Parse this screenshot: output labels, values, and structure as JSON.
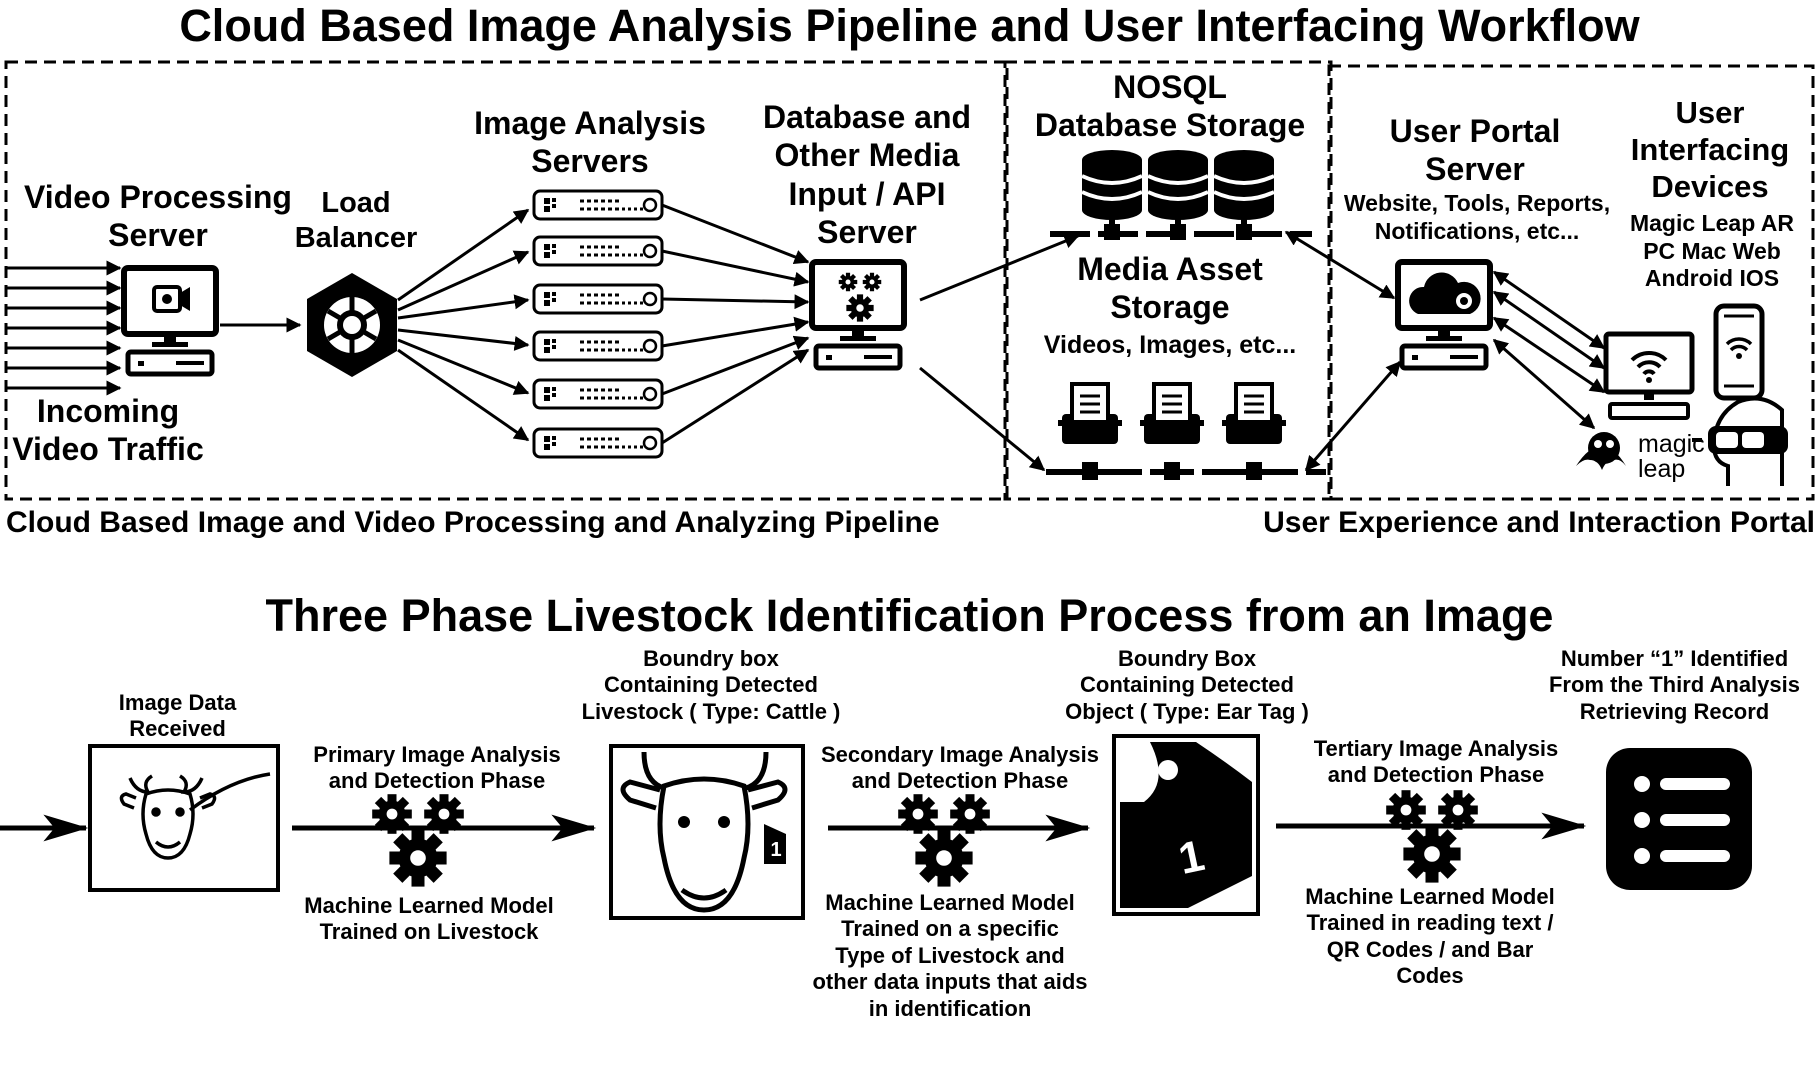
{
  "titles": {
    "top": "Cloud Based Image Analysis Pipeline and User Interfacing Workflow",
    "bottom": "Three Phase Livestock Identification Process from an Image"
  },
  "zones": {
    "pipeline_caption": "Cloud Based Image and Video Processing and Analyzing Pipeline",
    "portal_caption": "User Experience and Interaction Portal"
  },
  "pipeline": {
    "video_server": "Video Processing\nServer",
    "incoming": "Incoming\nVideo Traffic",
    "load_balancer": "Load\nBalancer",
    "analysis_servers": "Image Analysis\nServers",
    "api_server": "Database and\nOther Media\nInput / API\nServer",
    "nosql": "NOSQL\nDatabase Storage",
    "media_storage": "Media Asset\nStorage",
    "media_storage_sub": "Videos, Images, etc...",
    "portal_server": "User Portal\nServer",
    "portal_server_sub": "Website, Tools, Reports,\nNotifications, etc...",
    "devices": "User\nInterfacing\nDevices",
    "devices_sub": "Magic Leap AR\nPC Mac Web\nAndroid IOS",
    "magic_leap_logo": "magic\nleap"
  },
  "process": {
    "image_received": "Image Data\nReceived",
    "phase1": "Primary Image Analysis\nand Detection Phase",
    "model1": "Machine Learned Model\nTrained on Livestock",
    "box1": "Boundry box\nContaining Detected\nLivestock ( Type: Cattle )",
    "phase2": "Secondary Image Analysis\nand Detection Phase",
    "model2": "Machine Learned Model\nTrained on a specific\nType of Livestock and\nother data inputs that aids\nin identification",
    "box2": "Boundry Box\nContaining Detected\nObject ( Type: Ear Tag )",
    "phase3": "Tertiary Image Analysis\nand Detection Phase",
    "model3": "Machine Learned Model\nTrained in reading text /\nQR Codes / and Bar\nCodes",
    "result": "Number “1” Identified\nFrom the  Third  Analysis\nRetrieving Record",
    "cow_tag_number": "1",
    "ear_tag_number": "1"
  },
  "icons": {
    "video_server": "monitor-video-camera-icon",
    "load_balancer": "hexagon-network-icon",
    "server_rack": "server-rack-icon",
    "api_server": "monitor-gears-icon",
    "database": "database-stack-icon",
    "media_storage": "file-storage-icon",
    "portal_server": "monitor-cloud-icon",
    "desktop": "monitor-wifi-icon",
    "phone": "smartphone-wifi-icon",
    "headset": "vr-headset-head-icon",
    "cow": "cow-head-icon",
    "ear_tag": "ear-tag-icon",
    "record": "list-record-icon",
    "gear": "gear-icon"
  }
}
